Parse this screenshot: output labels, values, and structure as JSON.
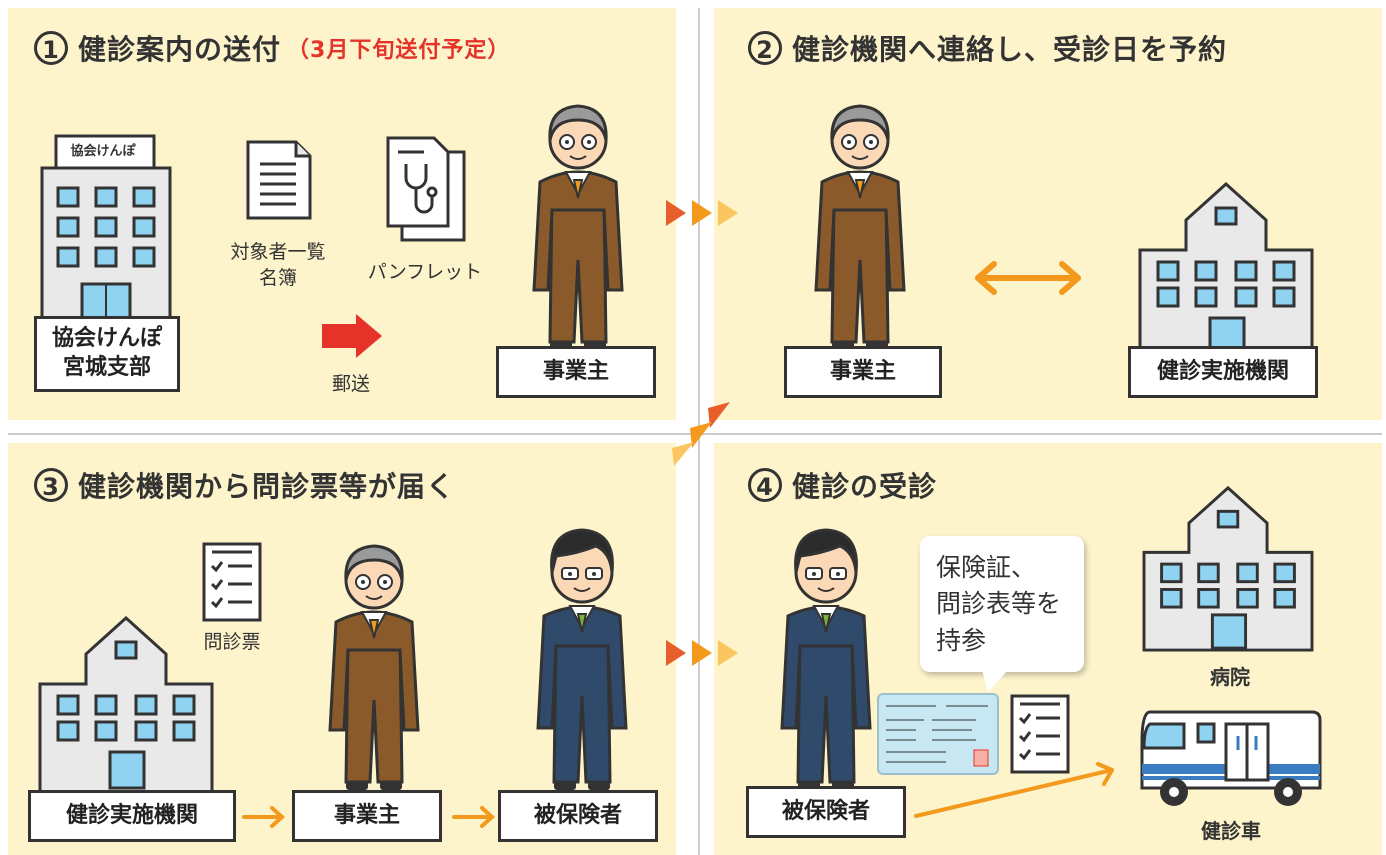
{
  "panels": [
    {
      "number": "1",
      "title": "健診案内の送付",
      "note": "（3月下旬送付予定）"
    },
    {
      "number": "2",
      "title": "健診機関へ連絡し、受診日を予約"
    },
    {
      "number": "3",
      "title": "健診機関から問診票等が届く"
    },
    {
      "number": "4",
      "title": "健診の受診"
    }
  ],
  "step1": {
    "building_sign": "協会けんぽ",
    "sender_label": "協会けんぽ\n宮城支部",
    "document_label": "対象者一覧\n名簿",
    "pamphlet_label": "パンフレット",
    "mail_label": "郵送",
    "receiver_label": "事業主"
  },
  "step2": {
    "employer_label": "事業主",
    "institution_label": "健診実施機関"
  },
  "step3": {
    "questionnaire_label": "問診票",
    "institution_label": "健診実施機関",
    "employer_label": "事業主",
    "insured_label": "被保険者"
  },
  "step4": {
    "insured_label": "被保険者",
    "bubble_text": "保険証、\n問診表等を\n持参",
    "hospital_label": "病院",
    "bus_label": "健診車"
  },
  "colors": {
    "panel_bg": "#fdf4cc",
    "accent_red": "#e5332a",
    "accent_orange": "#f39a1e",
    "suit_brown": "#8a5a2b",
    "suit_navy": "#2f4a6b",
    "building_blue": "#8fd3f1"
  }
}
